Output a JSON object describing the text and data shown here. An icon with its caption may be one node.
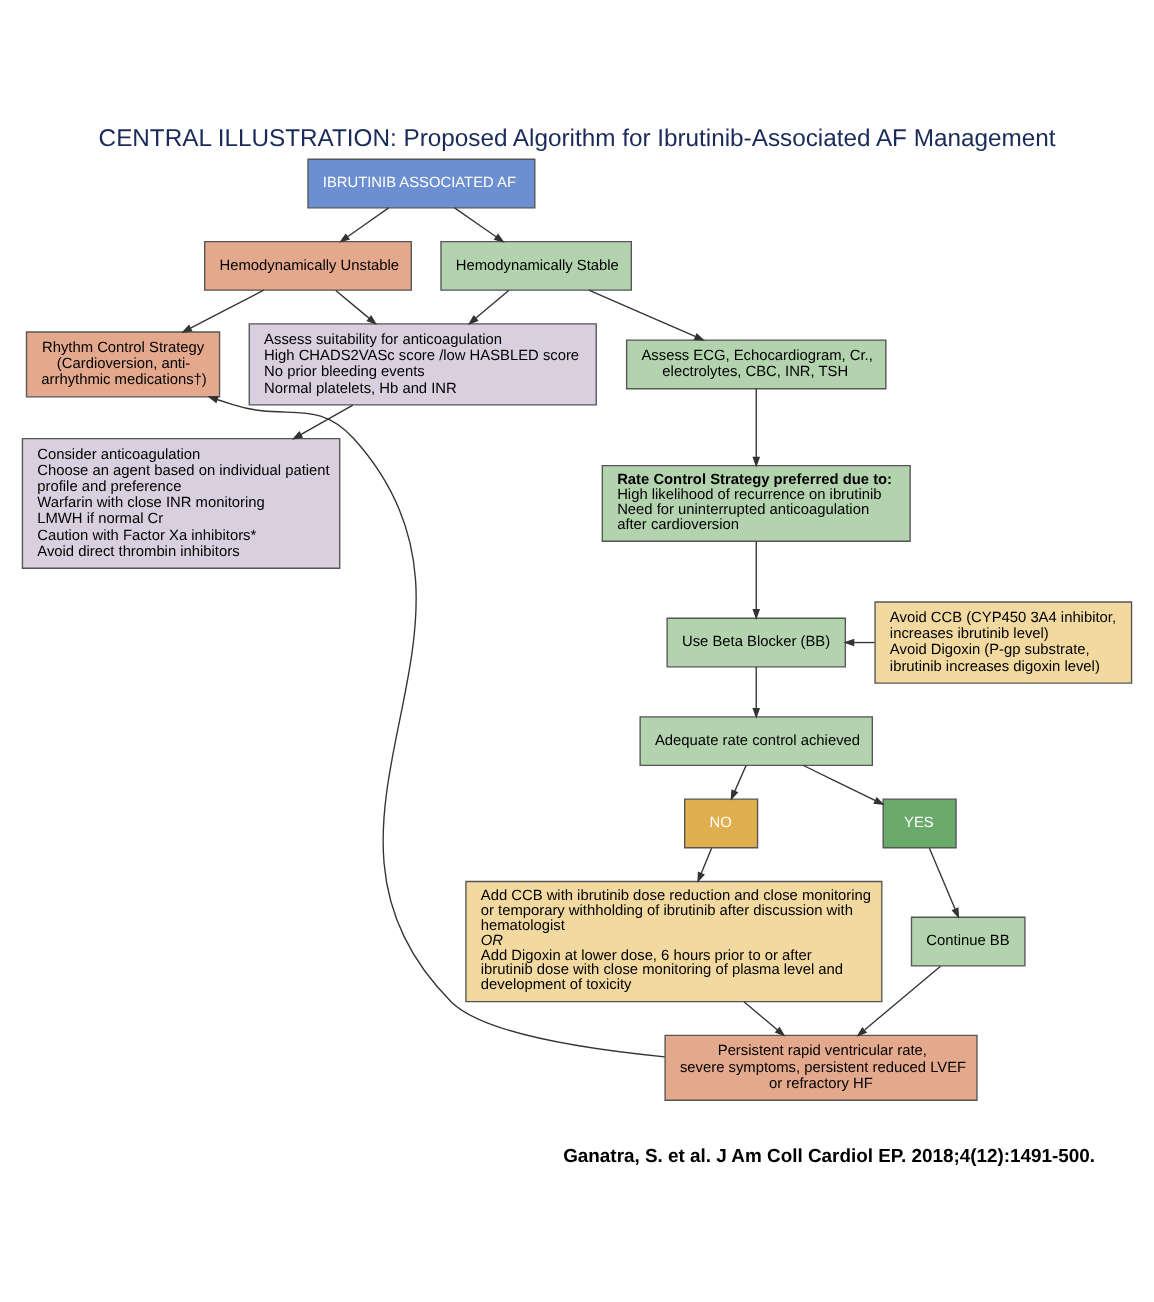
{
  "diagram": {
    "title": "CENTRAL ILLUSTRATION: Proposed Algorithm for Ibrutinib-Associated AF Management",
    "caption": "Ganatra, S. et al. J Am Coll Cardiol EP. 2018;4(12):1491-500.",
    "nodes": [
      {
        "text": [
          "IBRUTINIB ASSOCIATED AF"
        ]
      },
      {
        "text": [
          "Hemodynamically Unstable"
        ]
      },
      {
        "text": [
          "Hemodynamically Stable"
        ]
      },
      {
        "text": [
          "Rhythm Control Strategy (Cardioversion, anti-arrhythmic medications†)"
        ]
      },
      {
        "text": [
          "Assess suitability for anticoagulation",
          "High CHADS2VASc score /low HASBLED score",
          "No prior bleeding events",
          "Normal platelets, Hb and INR"
        ]
      },
      {
        "text": [
          "Assess ECG, Echocardiogram, Cr., electrolytes, CBC, INR, TSH"
        ]
      },
      {
        "text": [
          "Consider anticoagulation",
          "Choose an agent based on individual patient profile and preference",
          "Warfarin with close INR monitoring",
          "LMWH if normal Cr",
          "Caution with Factor Xa inhibitors*",
          "Avoid direct thrombin inhibitors"
        ]
      },
      {
        "text": [
          "Rate Control Strategy preferred due to:",
          "High likelihood of recurrence on ibrutinib",
          "Need for uninterrupted anticoagulation after cardioversion"
        ]
      },
      {
        "text": [
          "Avoid CCB (CYP450 3A4 inhibitor, increases ibrutinib level)",
          "Avoid Digoxin (P-gp substrate, ibrutinib increases digoxin level)"
        ]
      },
      {
        "text": [
          "Use Beta Blocker (BB)"
        ]
      },
      {
        "text": [
          "Adequate rate control achieved"
        ]
      },
      {
        "text": [
          "NO"
        ]
      },
      {
        "text": [
          "YES"
        ]
      },
      {
        "text": [
          "Add CCB with ibrutinib dose reduction and close monitoring or temporary withholding of ibrutinib after discussion with hematologist",
          "OR",
          "Add Digoxin at lower dose, 6 hours prior to or after ibrutinib dose with close monitoring of plasma level and development of toxicity"
        ]
      },
      {
        "text": [
          "Continue BB"
        ]
      },
      {
        "text": [
          "Persistent rapid ventricular rate, severe symptoms, persistent reduced LVEF or refractory HF"
        ]
      }
    ],
    "edges": [
      {
        "from": 0,
        "to": 1,
        "arrow": "to"
      },
      {
        "from": 0,
        "to": 2,
        "arrow": "to"
      },
      {
        "from": 1,
        "to": 4,
        "arrow": "to"
      },
      {
        "from": 2,
        "to": 4,
        "arrow": "to"
      },
      {
        "from": 1,
        "to": 3,
        "arrow": "to"
      },
      {
        "from": 2,
        "to": 5,
        "arrow": "to"
      },
      {
        "from": 4,
        "to": 6,
        "arrow": "to"
      },
      {
        "from": 5,
        "to": 7,
        "arrow": "to"
      },
      {
        "from": 7,
        "to": 9,
        "arrow": "to"
      },
      {
        "from": 8,
        "to": 9,
        "arrow": "to"
      },
      {
        "from": 9,
        "to": 10,
        "arrow": "to"
      },
      {
        "from": 10,
        "to": 11,
        "arrow": "to"
      },
      {
        "from": 10,
        "to": 12,
        "arrow": "to"
      },
      {
        "from": 11,
        "to": 13,
        "arrow": "to"
      },
      {
        "from": 12,
        "to": 14,
        "arrow": "to"
      },
      {
        "from": 13,
        "to": 15,
        "arrow": "to"
      },
      {
        "from": 14,
        "to": 15,
        "arrow": "to"
      },
      {
        "from": 15,
        "to": 3,
        "arrow": "to"
      }
    ]
  }
}
